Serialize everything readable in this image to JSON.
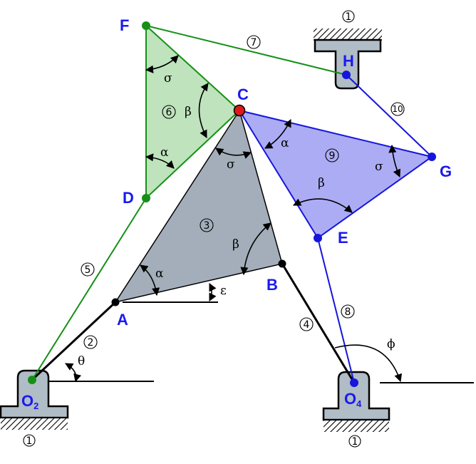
{
  "points": {
    "F": "F",
    "C": "C",
    "H": "H",
    "G": "G",
    "D": "D",
    "E": "E",
    "A": "A",
    "B": "B",
    "O2_main": "O",
    "O2_sub": "2",
    "O4_main": "O",
    "O4_sub": "4"
  },
  "links": {
    "ground_top": "1",
    "ground_left": "1",
    "ground_right": "1",
    "l2": "2",
    "l3": "3",
    "l4": "4",
    "l5": "5",
    "l6": "6",
    "l7": "7",
    "l8": "8",
    "l9": "9",
    "l10": "10"
  },
  "angles": {
    "sigma": "σ",
    "beta": "β",
    "alpha": "α",
    "epsilon": "ε",
    "theta": "θ",
    "phi": "ϕ"
  },
  "colors": {
    "green_link": "#159015",
    "green_fill": "#bfe3bd",
    "blue_link": "#1515dd",
    "blue_fill": "#acacf5",
    "gray_fill": "#a3aeba",
    "ground_fill": "#b0bcc6",
    "pin_red": "#dd1a1a"
  }
}
